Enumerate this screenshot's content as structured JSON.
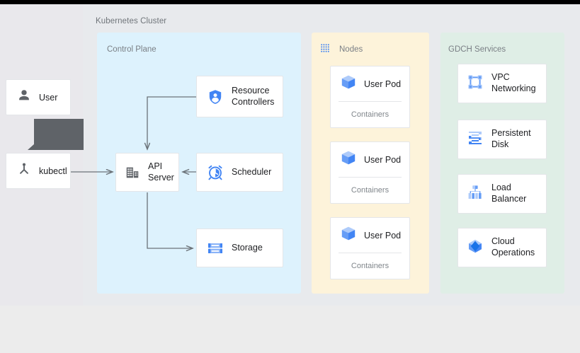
{
  "diagram": {
    "title": "Kubernetes Cluster",
    "colors": {
      "control_plane_bg": "#ddf2fd",
      "nodes_bg": "#fdf3da",
      "gdch_bg": "#dfeee6",
      "panel_bg": "#e8eaed",
      "card_bg": "#ffffff",
      "accent_blue": "#4285f4",
      "accent_light_blue": "#8ab4f8",
      "icon_gray": "#5f6368",
      "connector": "#6b7278",
      "tooltip_bg": "#5f6368"
    },
    "actors": [
      {
        "label": "User",
        "icon": "person-icon"
      },
      {
        "label": "kubectl",
        "icon": "kubectl-icon"
      }
    ],
    "tooltip": {
      "text": ""
    },
    "groups": [
      {
        "id": "control-plane",
        "label": "Control Plane",
        "icon": null,
        "items": [
          {
            "label": "API\nServer",
            "icon": "api-server-icon"
          },
          {
            "label": "Resource\nControllers",
            "icon": "shield-person-icon"
          },
          {
            "label": "Scheduler",
            "icon": "alarm-clock-icon"
          },
          {
            "label": "Storage",
            "icon": "storage-disks-icon"
          }
        ]
      },
      {
        "id": "nodes",
        "label": "Nodes",
        "icon": "dot-grid-icon",
        "items": [
          {
            "label": "User Pod",
            "icon": "pod-cube-icon",
            "sublabel": "Containers"
          },
          {
            "label": "User Pod",
            "icon": "pod-cube-icon",
            "sublabel": "Containers"
          },
          {
            "label": "User Pod",
            "icon": "pod-cube-icon",
            "sublabel": "Containers"
          }
        ]
      },
      {
        "id": "gdch-services",
        "label": "GDCH Services",
        "icon": null,
        "items": [
          {
            "label": "VPC\nNetworking",
            "icon": "vpc-networking-icon"
          },
          {
            "label": "Persistent\nDisk",
            "icon": "persistent-disk-icon"
          },
          {
            "label": "Load\nBalancer",
            "icon": "load-balancer-icon"
          },
          {
            "label": "Cloud\nOperations",
            "icon": "cloud-operations-icon"
          }
        ]
      }
    ],
    "connections": [
      {
        "from": "kubectl",
        "to": "API Server",
        "direction": "right"
      },
      {
        "from": "Resource Controllers",
        "to": "API Server",
        "direction": "down"
      },
      {
        "from": "Scheduler",
        "to": "API Server",
        "direction": "left"
      },
      {
        "from": "API Server",
        "to": "Storage",
        "direction": "right"
      }
    ]
  }
}
